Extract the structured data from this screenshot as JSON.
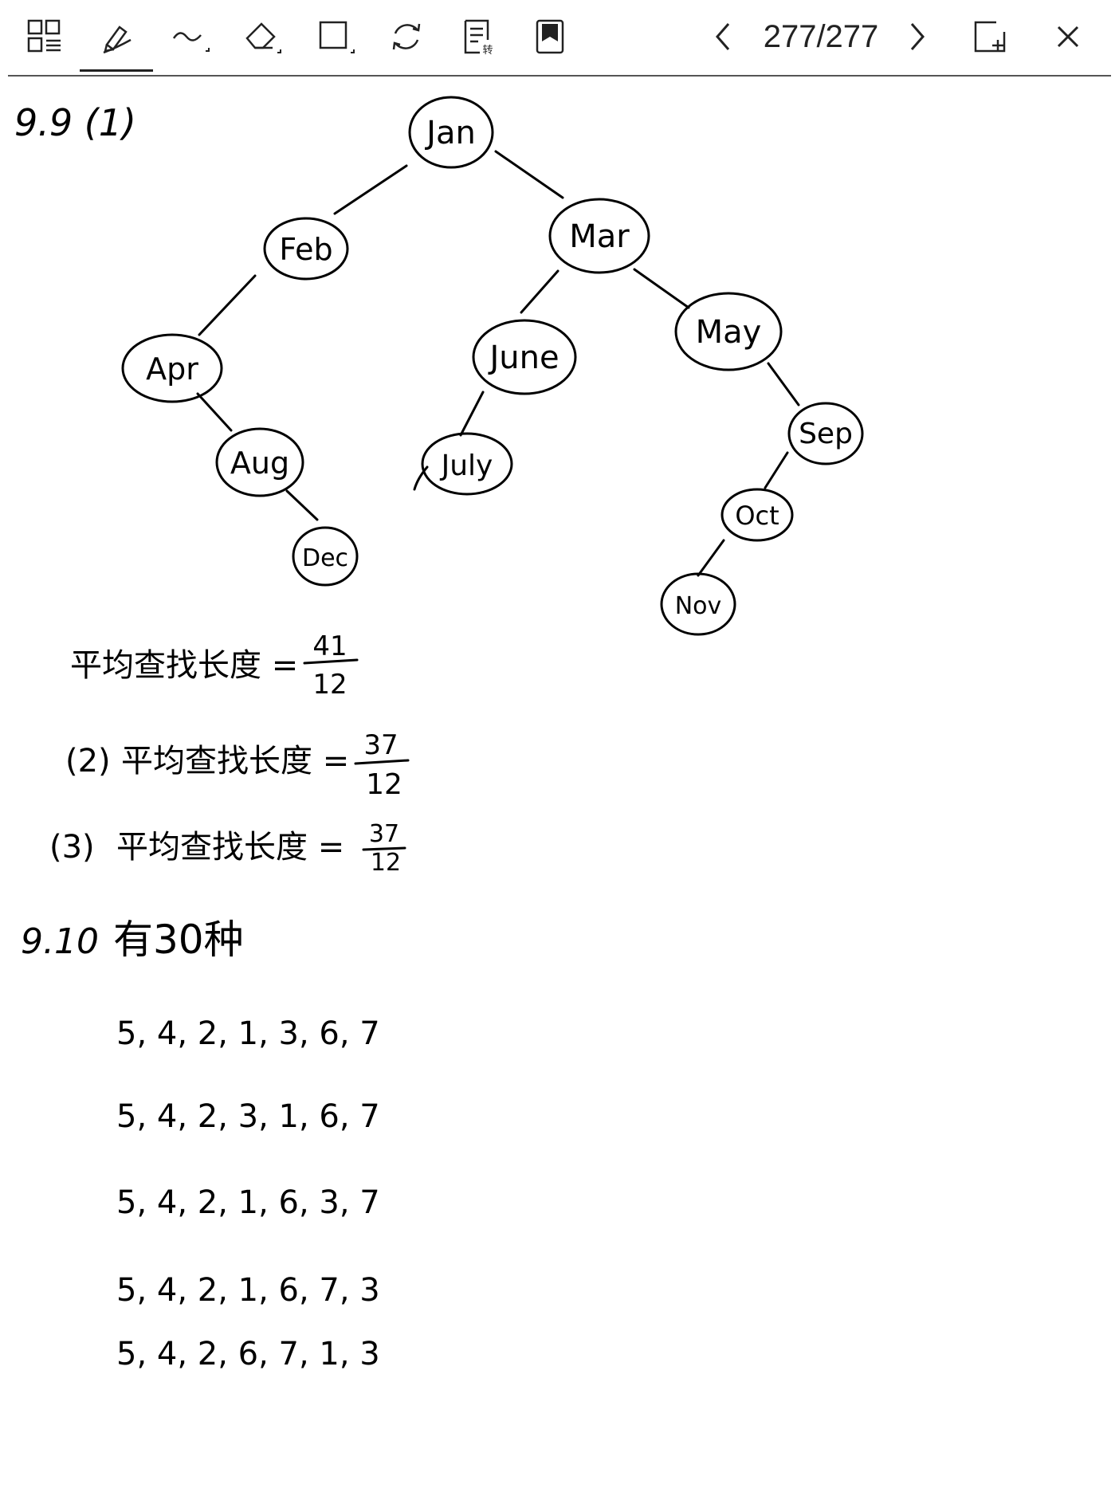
{
  "toolbar": {
    "tools": [
      {
        "name": "thumbnail-grid-icon"
      },
      {
        "name": "pen-icon",
        "active": true
      },
      {
        "name": "stroke-style-icon"
      },
      {
        "name": "eraser-icon"
      },
      {
        "name": "rectangle-select-icon"
      },
      {
        "name": "rotate-icon"
      },
      {
        "name": "convert-text-icon",
        "glyph": "转"
      },
      {
        "name": "bookmark-icon"
      }
    ],
    "page_indicator": "277/277"
  },
  "notes": {
    "q1_label": "9.9 (1)",
    "tree_nodes": [
      "Jan",
      "Feb",
      "Mar",
      "Apr",
      "June",
      "May",
      "Aug",
      "July",
      "Sep",
      "Dec",
      "Oct",
      "Nov"
    ],
    "avg1_text": "平均查找长度 =",
    "avg1_num": "41",
    "avg1_den": "12",
    "avg2_prefix": "(2)",
    "avg2_text": "平均查找长度 =",
    "avg2_num": "37",
    "avg2_den": "12",
    "avg3_prefix": "(3)",
    "avg3_text": "平均查找长度 =",
    "avg3_num": "37",
    "avg3_den": "12",
    "q10_label": "9.10",
    "q10_text": "有30种",
    "sequences": [
      "5, 4, 2, 1, 3, 6, 7",
      "5, 4, 2, 3, 1, 6, 7",
      "5, 4, 2, 1, 6, 3, 7",
      "5, 4, 2, 1, 6, 7, 3",
      "5, 4, 2, 6, 7, 1, 3"
    ]
  }
}
